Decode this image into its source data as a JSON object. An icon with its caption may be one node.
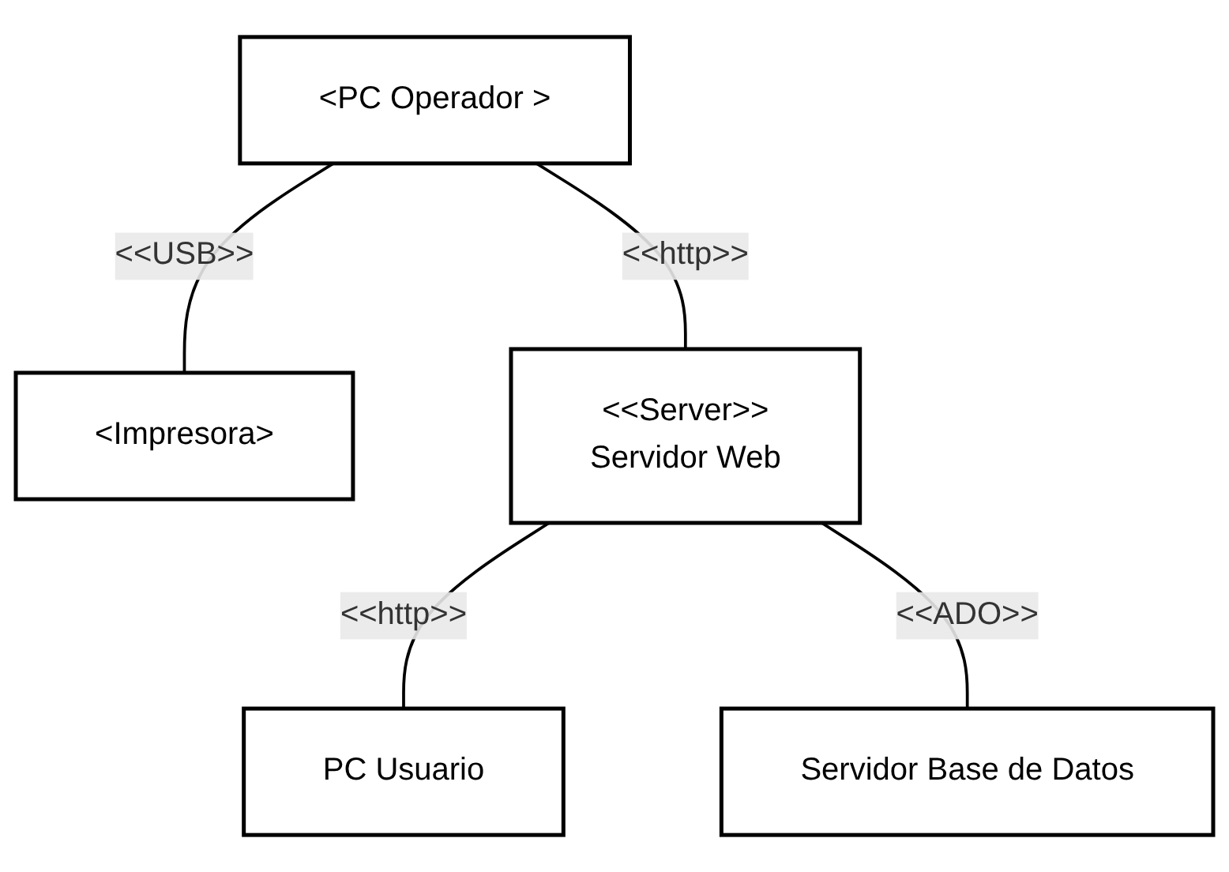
{
  "diagram": {
    "nodes": [
      {
        "text": [
          "<PC Operador >"
        ]
      },
      {
        "text": [
          "<Impresora>"
        ]
      },
      {
        "text": [
          "<<Server>>",
          "Servidor Web"
        ]
      },
      {
        "text": [
          "PC Usuario"
        ]
      },
      {
        "text": [
          "Servidor Base de Datos"
        ]
      }
    ],
    "edges": [
      {
        "from": 0,
        "to": 1,
        "arrow": "none",
        "label": "<<USB>>"
      },
      {
        "from": 0,
        "to": 2,
        "arrow": "none",
        "label": "<<http>>"
      },
      {
        "from": 2,
        "to": 3,
        "arrow": "none",
        "label": "<<http>>"
      },
      {
        "from": 2,
        "to": 4,
        "arrow": "none",
        "label": "<<ADO>>"
      }
    ]
  }
}
